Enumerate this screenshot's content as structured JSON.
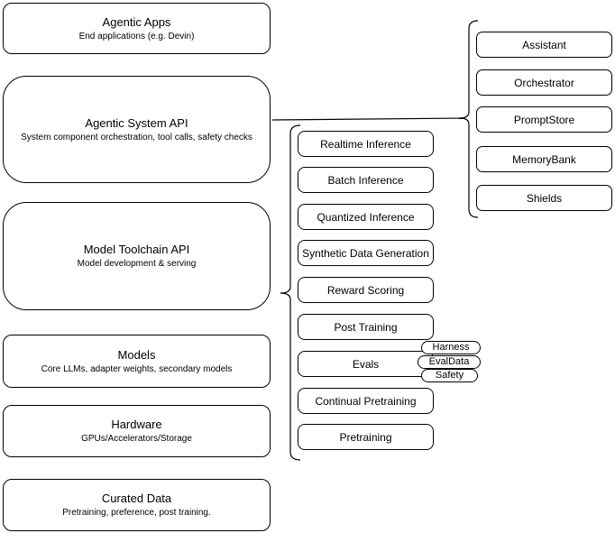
{
  "diagram": {
    "stack": [
      {
        "title": "Agentic Apps",
        "subtitle": "End applications (e.g. Devin)"
      },
      {
        "title": "Agentic System API",
        "subtitle": "System component orchestration, tool calls, safety checks"
      },
      {
        "title": "Model Toolchain API",
        "subtitle": "Model development & serving"
      },
      {
        "title": "Models",
        "subtitle": "Core LLMs, adapter weights, secondary models"
      },
      {
        "title": "Hardware",
        "subtitle": "GPUs/Accelerators/Storage"
      },
      {
        "title": "Curated Data",
        "subtitle": "Pretraining, preference, post training."
      }
    ],
    "toolchain_group": {
      "items": [
        "Realtime Inference",
        "Batch Inference",
        "Quantized Inference",
        "Synthetic Data Generation",
        "Reward Scoring",
        "Post Training",
        "Evals",
        "Continual Pretraining",
        "Pretraining"
      ],
      "evals_tags": [
        "Harness",
        "EvalData",
        "Safety"
      ]
    },
    "system_group": {
      "items": [
        "Assistant",
        "Orchestrator",
        "PromptStore",
        "MemoryBank",
        "Shields"
      ]
    },
    "colors": {
      "stroke": "#000000",
      "background": "#ffffff",
      "text": "#000000"
    }
  }
}
